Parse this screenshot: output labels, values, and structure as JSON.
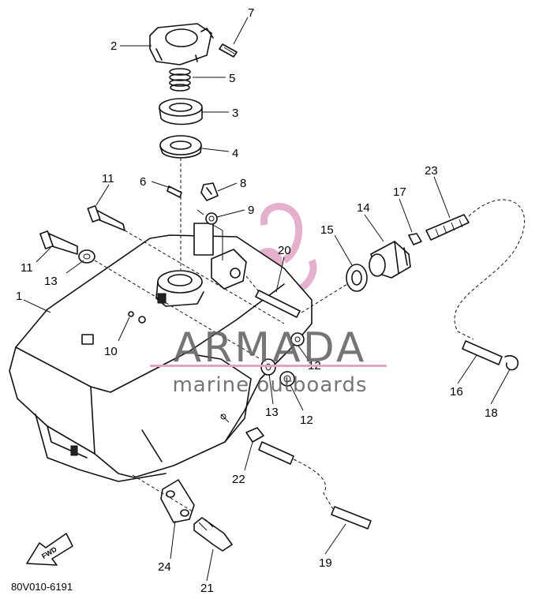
{
  "diagram_code": "80V010-6191",
  "fwd_label": "FWD",
  "watermark": {
    "brand": "ARMADA",
    "tagline": "marine outboards",
    "pink": "#e0a3c4",
    "gray": "#5e5e5e"
  },
  "part_labels": {
    "p1": "1",
    "p2": "2",
    "p3": "3",
    "p4": "4",
    "p5": "5",
    "p6": "6",
    "p7": "7",
    "p8": "8",
    "p9": "9",
    "p10": "10",
    "p11a": "11",
    "p11b": "11",
    "p12a": "12",
    "p12b": "12",
    "p13a": "13",
    "p13b": "13",
    "p14": "14",
    "p15": "15",
    "p16": "16",
    "p17": "17",
    "p18": "18",
    "p19": "19",
    "p20": "20",
    "p21": "21",
    "p22": "22",
    "p23": "23",
    "p24": "24"
  }
}
